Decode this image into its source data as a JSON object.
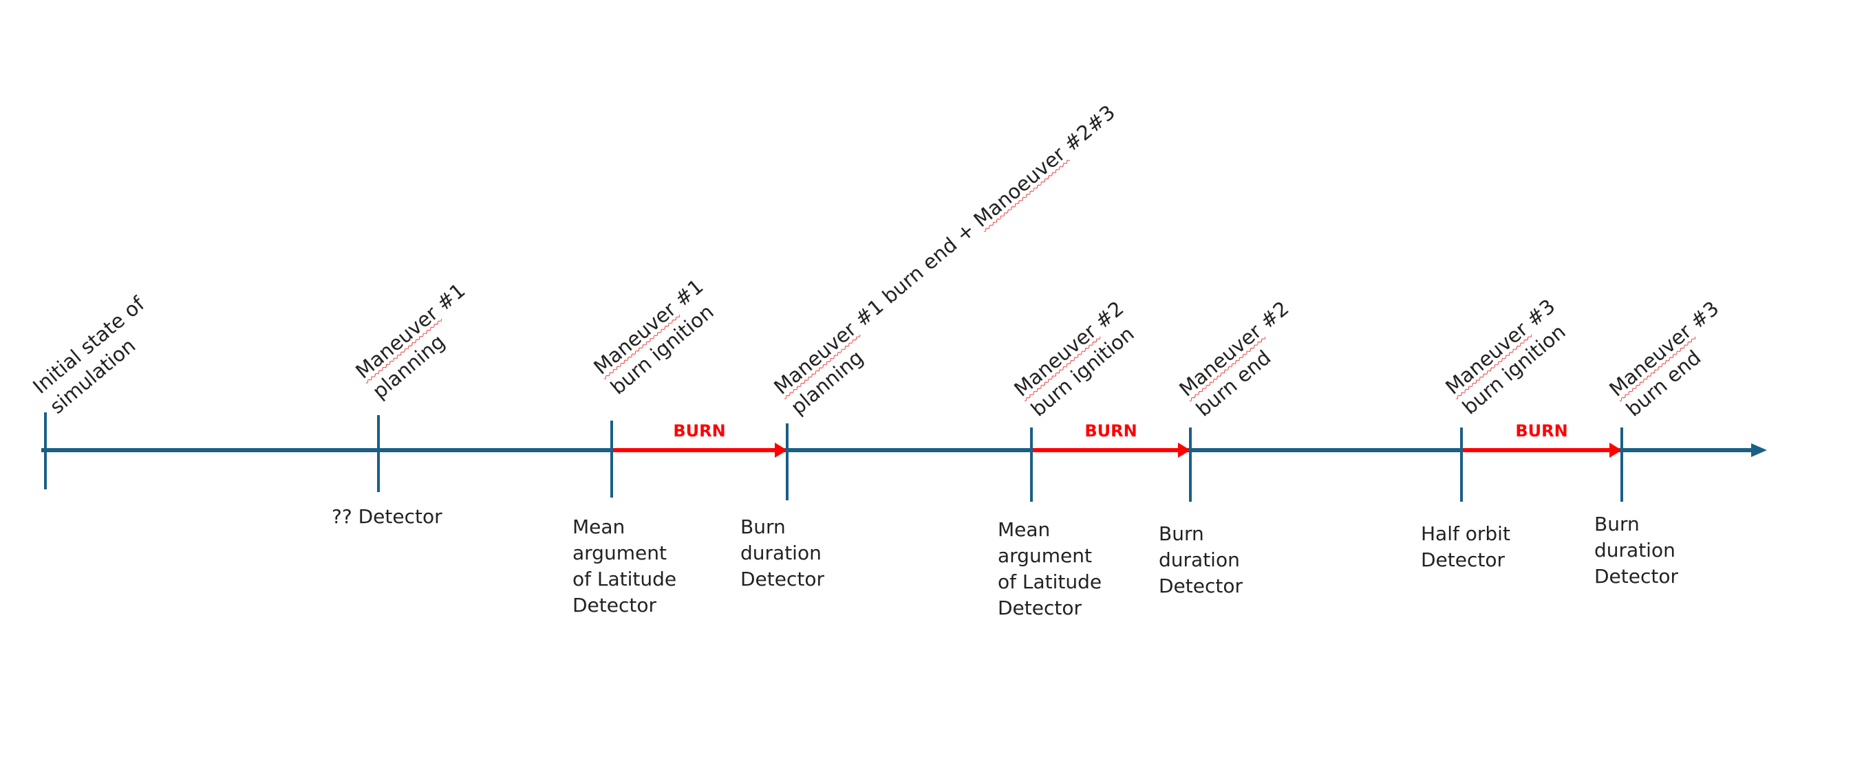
{
  "colors": {
    "axis": "#1b5f86",
    "burn": "#ff0000"
  },
  "events": [
    {
      "id": "initial",
      "top": [
        [
          {
            "t": "Initial state of"
          }
        ],
        [
          {
            "t": "simulation"
          }
        ]
      ],
      "bottom": []
    },
    {
      "id": "m1-planning",
      "top": [
        [
          {
            "t": "Maneuver",
            "u": true
          },
          {
            "t": " #1"
          }
        ],
        [
          {
            "t": "planning"
          }
        ]
      ],
      "bottom": [
        "?? Detector"
      ]
    },
    {
      "id": "m1-ignition",
      "top": [
        [
          {
            "t": "Maneuver",
            "u": true
          },
          {
            "t": " #1"
          }
        ],
        [
          {
            "t": "burn ignition"
          }
        ]
      ],
      "bottom": [
        "Mean",
        "argument",
        "of Latitude",
        "Detector"
      ]
    },
    {
      "id": "m1-end-m23-planning",
      "top": [
        [
          {
            "t": "Maneuver",
            "u": true
          },
          {
            "t": " #1 burn end + "
          },
          {
            "t": "Manoeuver",
            "u": true
          },
          {
            "t": " #2#3"
          }
        ],
        [
          {
            "t": "planning"
          }
        ]
      ],
      "bottom": [
        "Burn",
        "duration",
        "Detector"
      ]
    },
    {
      "id": "m2-ignition",
      "top": [
        [
          {
            "t": "Maneuver",
            "u": true
          },
          {
            "t": " #2"
          }
        ],
        [
          {
            "t": "burn ignition"
          }
        ]
      ],
      "bottom": [
        "Mean",
        "argument",
        "of Latitude",
        "Detector"
      ]
    },
    {
      "id": "m2-end",
      "top": [
        [
          {
            "t": "Maneuver",
            "u": true
          },
          {
            "t": " #2"
          }
        ],
        [
          {
            "t": "burn end"
          }
        ]
      ],
      "bottom": [
        "Burn",
        "duration",
        "Detector"
      ]
    },
    {
      "id": "m3-ignition",
      "top": [
        [
          {
            "t": "Maneuver",
            "u": true
          },
          {
            "t": " #3"
          }
        ],
        [
          {
            "t": "burn ignition"
          }
        ]
      ],
      "bottom": [
        "Half orbit",
        "Detector"
      ]
    },
    {
      "id": "m3-end",
      "top": [
        [
          {
            "t": "Maneuver",
            "u": true
          },
          {
            "t": " #3"
          }
        ],
        [
          {
            "t": "burn end"
          }
        ]
      ],
      "bottom": [
        "Burn",
        "duration",
        "Detector"
      ]
    }
  ],
  "burns": [
    {
      "from": "m1-ignition",
      "to": "m1-end-m23-planning",
      "label": "BURN"
    },
    {
      "from": "m2-ignition",
      "to": "m2-end",
      "label": "BURN"
    },
    {
      "from": "m3-ignition",
      "to": "m3-end",
      "label": "BURN"
    }
  ]
}
